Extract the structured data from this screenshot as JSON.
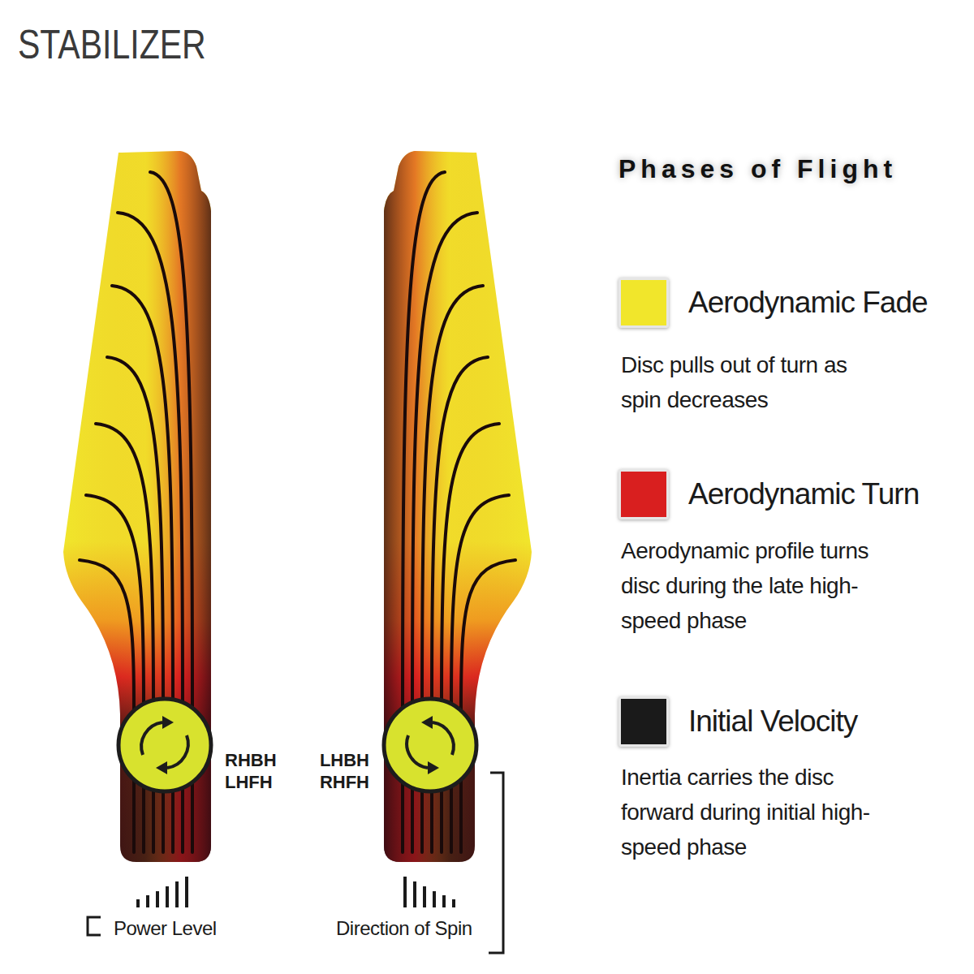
{
  "diagram": {
    "title": "STABILIZER",
    "labels": [
      "Phases of Flight",
      "Disc pulls out of turn as spin decreases",
      "Aerodynamic profile turns disc during the late high-speed phase",
      "Inertia carries the disc forward during initial high-speed phase",
      "RHBH",
      "LHFH",
      "LHBH",
      "RHFH",
      "Power Level",
      "Direction of Spin"
    ],
    "legend": [
      {
        "text": "Aerodynamic Fade",
        "color": "#f1e62b"
      },
      {
        "text": "Aerodynamic Turn",
        "color": "#d91f1f"
      },
      {
        "text": "Initial Velocity",
        "color": "#1a1a1a"
      }
    ]
  }
}
